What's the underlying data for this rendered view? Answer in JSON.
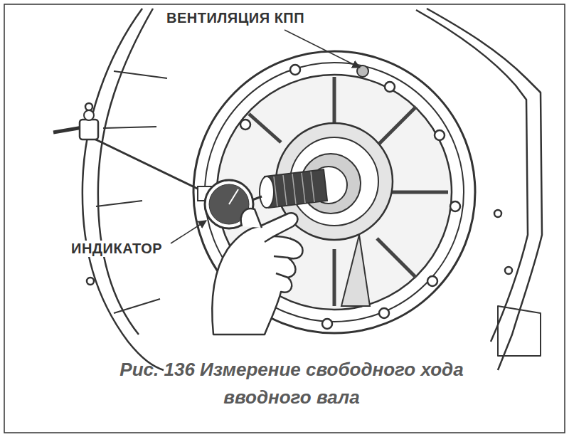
{
  "diagram": {
    "caption": "Рис. 136 Измерение свободного хода вводного вала",
    "labels": [
      "ВЕНТИЛЯЦИЯ КПП",
      "ИНДИКАТОР"
    ]
  }
}
